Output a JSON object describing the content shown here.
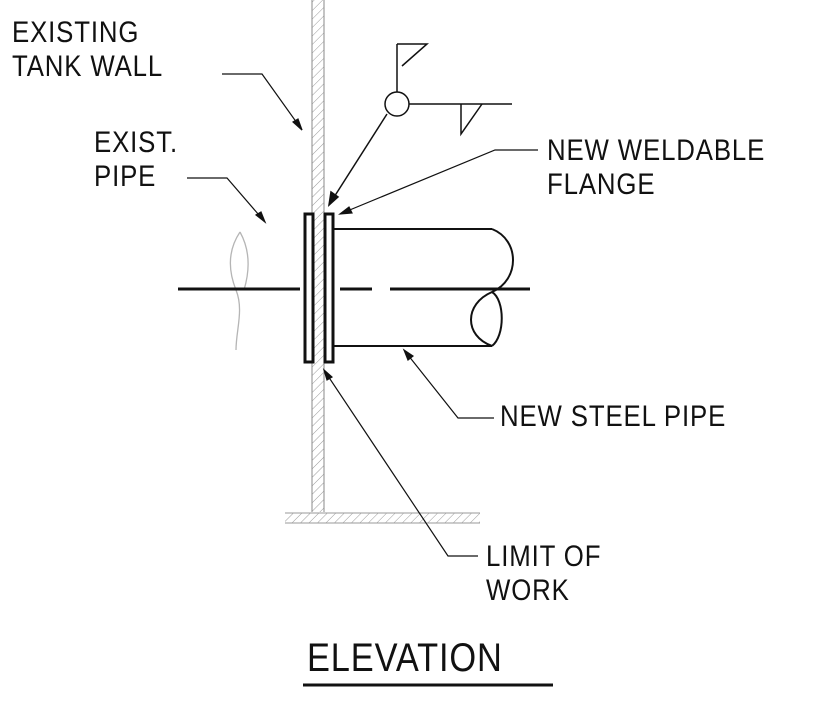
{
  "labels": {
    "existing_tank_wall": [
      "EXISTING",
      "TANK WALL"
    ],
    "exist_pipe": [
      "EXIST.",
      "PIPE"
    ],
    "new_weldable_flange": [
      "NEW  WELDABLE",
      "FLANGE"
    ],
    "new_steel_pipe": "NEW  STEEL  PIPE",
    "limit_of_work": [
      "LIMIT  OF",
      "WORK"
    ]
  },
  "title": "ELEVATION",
  "colors": {
    "ink": "#111111",
    "hatch": "#9a9a9a",
    "phantom": "#b5b5b5"
  }
}
